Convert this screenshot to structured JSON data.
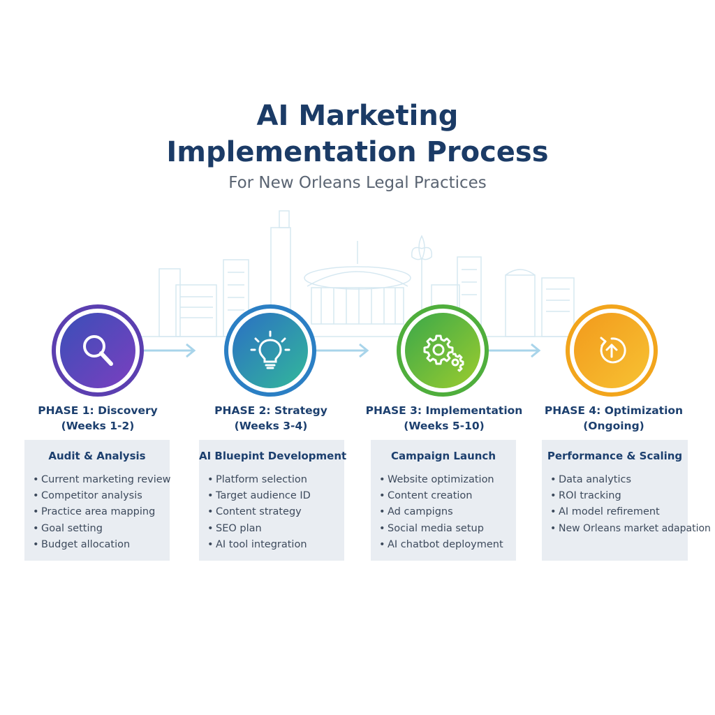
{
  "header": {
    "title_line1": "AI Marketing",
    "title_line2": "Implementation Process",
    "subtitle": "For New Orleans Legal Practices"
  },
  "colors": {
    "title": "#1b3b66",
    "phase1": "#5b3fb0",
    "phase2": "#2aa6a0",
    "phase3": "#5fb83a",
    "phase4": "#f2a51c",
    "arrow": "#a8d4ea",
    "card_bg": "#e9edf2"
  },
  "phases": [
    {
      "title_line1": "PHASE 1: Discovery",
      "title_line2": "(Weeks 1-2)",
      "icon": "magnifier-icon",
      "card_heading": "Audit & Analysis",
      "items": [
        "Current marketing review",
        "Competitor analysis",
        "Practice area mapping",
        "Goal setting",
        "Budget allocation"
      ]
    },
    {
      "title_line1": "PHASE 2: Strategy",
      "title_line2": "(Weeks 3-4)",
      "icon": "lightbulb-icon",
      "card_heading": "AI Bluepint Development",
      "items": [
        "Platform selection",
        "Target audience ID",
        "Content strategy",
        "SEO plan",
        "AI tool integration"
      ]
    },
    {
      "title_line1": "PHASE 3: Implementation",
      "title_line2": "(Weeks 5-10)",
      "icon": "gears-icon",
      "card_heading": "Campaign Launch",
      "items": [
        "Website optimization",
        "Content creation",
        "Ad campigns",
        "Social media setup",
        "AI chatbot deployment"
      ]
    },
    {
      "title_line1": "PHASE 4: Optimization",
      "title_line2": "(Ongoing)",
      "icon": "refresh-arrow-icon",
      "card_heading": "Performance & Scaling",
      "items": [
        "Data analytics",
        "ROI tracking",
        "AI model refirement",
        "New Orleans market adapation"
      ]
    }
  ]
}
